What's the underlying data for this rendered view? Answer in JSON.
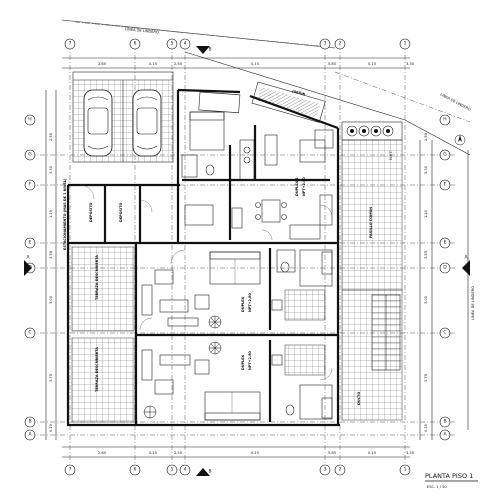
{
  "title": "PLANTA PISO 1",
  "scale": "ESC. 1 / 50",
  "streets": {
    "top": "LINEA DE LINDERO",
    "top_right": "LINEA DE LINDERO",
    "right": "LINEA DE LINDERO"
  },
  "rooms": {
    "duplex_top": "DUPLEX 1",
    "duplex_top_area": "NPT+2.80",
    "hall": "PASILLO COMUN",
    "deposito_1": "DEPOSITO",
    "deposito_2": "DEPOSITO",
    "estacionamiento": "ESTACIONAMIENTO (MAS DE 1 NIVEL)",
    "terraza_1": "TERRAZA DESCUBIERTA",
    "terraza_2": "TERRAZA DESCUBIERTA",
    "duplex_mid": "DUPLEX",
    "duplex_mid_area": "NPT+2.80",
    "duplex_bottom": "DUPLEX",
    "duplex_bottom_area": "NPT+2.80",
    "jardin": "JARDIN",
    "ducto": "DUCTO",
    "level": "N.P.T."
  },
  "section_marks": [
    "B",
    "B"
  ],
  "side_marks": [
    "A",
    "A"
  ],
  "axes_top": [
    "7",
    "6",
    "5",
    "4",
    "3",
    "2",
    "1"
  ],
  "axes_bottom": [
    "7",
    "6",
    "5",
    "4",
    "3",
    "2",
    "1"
  ],
  "axes_left": [
    "H",
    "G",
    "F",
    "E",
    "D",
    "C",
    "B",
    "A"
  ],
  "axes_right": [
    "H",
    "G",
    "F",
    "E",
    "D",
    "C",
    "B",
    "A"
  ],
  "dims": {
    "top": [
      "2.85",
      "0.15",
      "2.50",
      "0.15",
      "5.85",
      "0.15",
      "3.30"
    ],
    "bottom": [
      "2.85",
      "0.15",
      "2.50",
      "0.15",
      "5.85",
      "0.15",
      "3.30"
    ],
    "left": [
      "2.55",
      "3.30",
      "1.20",
      "3.55",
      "3.00",
      "3.75",
      "0.20"
    ],
    "right": [
      "2.55",
      "3.30",
      "1.20",
      "3.55",
      "3.00",
      "3.75",
      "0.20"
    ]
  },
  "icons": [
    "car-icon",
    "car-icon",
    "tree-icon",
    "compass-icon"
  ]
}
